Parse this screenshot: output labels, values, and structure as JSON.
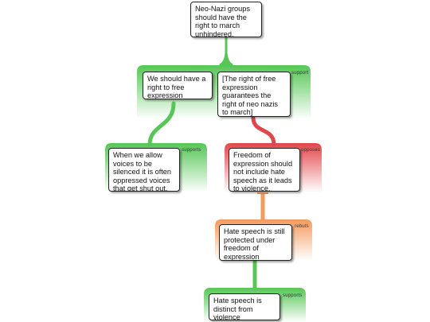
{
  "colors": {
    "support": "#56c656",
    "oppose": "#e0474c",
    "rebut": "#f39a5e"
  },
  "claim": {
    "text": "Neo-Nazi groups should have the right to march unhindered."
  },
  "support_group": {
    "tag": "support",
    "premises": [
      {
        "text": "We should have a right to free expression"
      },
      {
        "text": "[The right of free expression guarantees the right of neo nazis to march]"
      }
    ]
  },
  "supports_1": {
    "tag": "supports",
    "text": "When we allow voices to be silenced it is often oppressed voices that get shut out."
  },
  "opposes_1": {
    "tag": "opposes",
    "text": "Freedom of expression should not include hate speech as it leads to violence."
  },
  "rebuts_1": {
    "tag": "rebuts",
    "text": "Hate speech is still protected under freedom of expression"
  },
  "supports_2": {
    "tag": "supports",
    "text": "Hate speech is distinct from violence"
  }
}
